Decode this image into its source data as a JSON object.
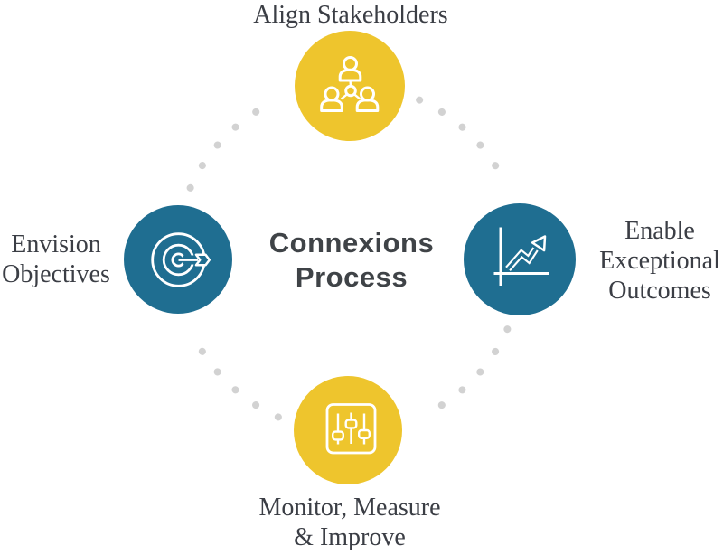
{
  "title": "Connexions\nProcess",
  "colors": {
    "node_yellow": "#eec52d",
    "node_teal": "#1f6e91",
    "dot_gray": "#d2d2d2",
    "icon_white": "#ffffff",
    "label_text": "#3b3e45",
    "title_text": "#3f4347"
  },
  "nodes": {
    "top": {
      "label": "Align Stakeholders",
      "icon": "people-network-icon",
      "color": "#eec52d"
    },
    "left": {
      "label": "Envision\nObjectives",
      "icon": "target-arrow-icon",
      "color": "#1f6e91"
    },
    "right": {
      "label": "Enable\nExceptional\nOutcomes",
      "icon": "growth-chart-icon",
      "color": "#1f6e91"
    },
    "bottom": {
      "label": "Monitor, Measure\n& Improve",
      "icon": "sliders-icon",
      "color": "#eec52d"
    }
  }
}
